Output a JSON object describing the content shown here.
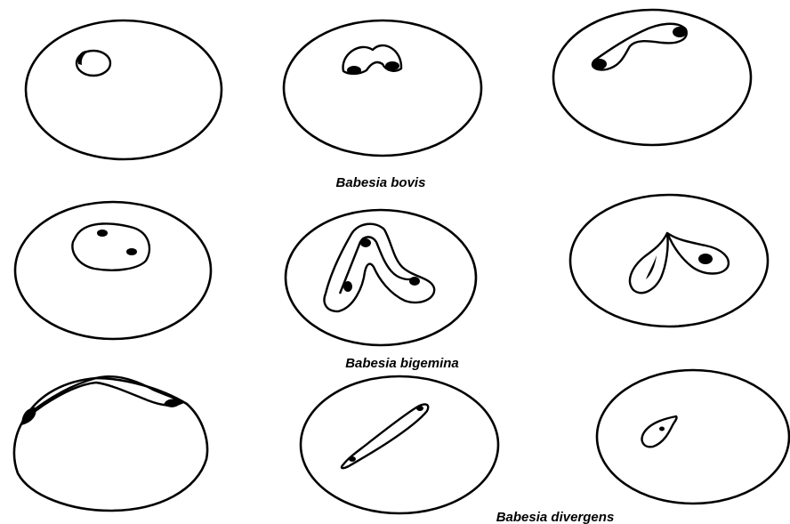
{
  "captions": {
    "bovis": "Babesia bovis",
    "bigemina": "Babesia bigemina",
    "divergens": "Babesia divergens"
  },
  "colors": {
    "ink": "#000000",
    "background": "#ffffff"
  }
}
